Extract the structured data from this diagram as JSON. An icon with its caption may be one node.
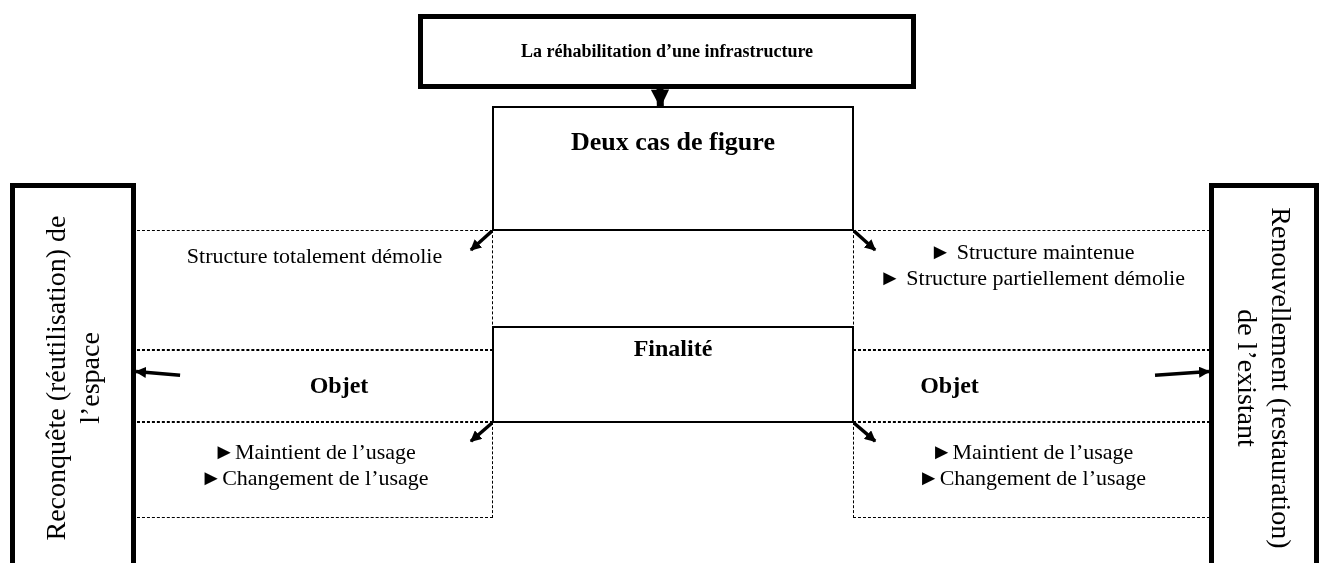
{
  "diagram": {
    "nodes": [
      {
        "text": [
          "La réhabilitation d’une infrastructure"
        ]
      },
      {
        "text": [
          "Reconquête (réutilisation) de l’espace"
        ]
      },
      {
        "text": [
          "Renouvellement (restauration) de l’existant"
        ]
      },
      {
        "text": [
          "Deux cas de figure"
        ]
      },
      {
        "text": [
          "Structure totalement démolie"
        ]
      },
      {
        "text": [
          "► Structure maintenue",
          "► Structure partiellement démolie"
        ]
      },
      {
        "text": [
          "Objet"
        ]
      },
      {
        "text": [
          "Finalité"
        ]
      },
      {
        "text": [
          "Objet"
        ]
      },
      {
        "text": [
          "►Maintient de l’usage",
          "►Changement de l’usage"
        ]
      },
      {
        "text": [
          "►Maintient de l’usage",
          "►Changement de l’usage"
        ]
      }
    ],
    "edges": [
      {
        "from": 0,
        "to": 3,
        "arrow": "to",
        "style": "thick"
      },
      {
        "from": 3,
        "to": 4,
        "arrow": "to"
      },
      {
        "from": 3,
        "to": 5,
        "arrow": "to"
      },
      {
        "from": 7,
        "to": 9,
        "arrow": "to"
      },
      {
        "from": 7,
        "to": 10,
        "arrow": "to"
      },
      {
        "from": 6,
        "to": 1,
        "arrow": "to"
      },
      {
        "from": 8,
        "to": 2,
        "arrow": "to"
      }
    ]
  }
}
